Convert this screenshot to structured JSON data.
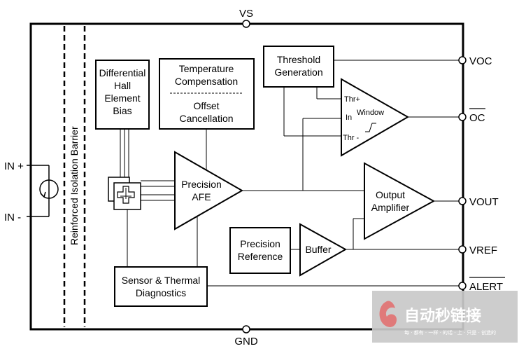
{
  "pins": {
    "vs": "VS",
    "gnd": "GND",
    "in_plus": "IN +",
    "in_minus": "IN -",
    "voc": "VOC",
    "oc": "OC",
    "vout": "VOUT",
    "vref": "VREF",
    "alert": "ALERT"
  },
  "barrier": {
    "label": "Reinforced Isolation Barrier"
  },
  "blocks": {
    "hall_bias": [
      "Differential",
      "Hall",
      "Element",
      "Bias"
    ],
    "temp_comp": [
      "Temperature",
      "Compensation"
    ],
    "offset_cancel": [
      "Offset",
      "Cancellation"
    ],
    "threshold_gen": [
      "Threshold",
      "Generation"
    ],
    "window_comp": {
      "label": "Window",
      "thr_plus": "Thr+",
      "in": "In",
      "thr_minus": "Thr -"
    },
    "afe": [
      "Precision",
      "AFE"
    ],
    "output_amp": [
      "Output",
      "Amplifier"
    ],
    "precision_ref": [
      "Precision",
      "Reference"
    ],
    "buffer": "Buffer",
    "diagnostics": [
      "Sensor & Thermal",
      "Diagnostics"
    ]
  },
  "watermark": {
    "title": "自动秒链接",
    "subtitle": "每 · 都有 · 一样 · 的话 · 上 · 只是 · 创造的"
  },
  "colors": {
    "line": "#000000",
    "watermark_bg": "#c9c9c9",
    "watermark_icon": "#e07a7a"
  }
}
